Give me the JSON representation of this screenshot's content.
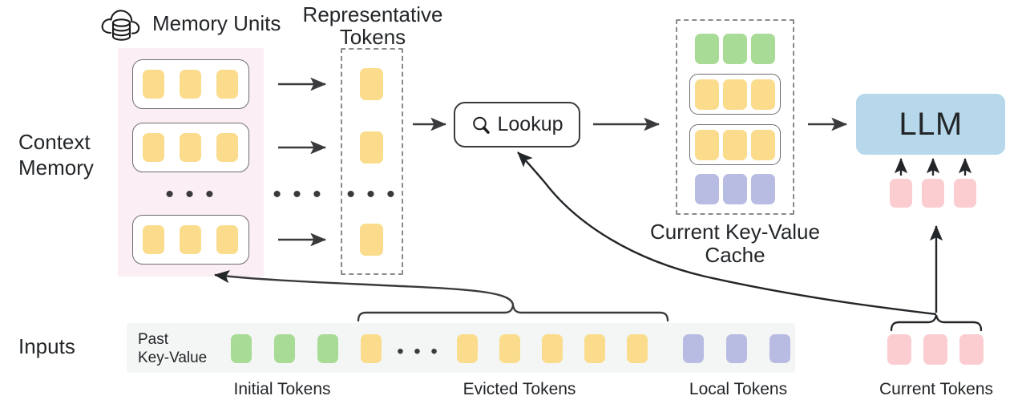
{
  "labels": {
    "memory_units": "Memory Units",
    "representative_tokens_l1": "Representative",
    "representative_tokens_l2": "Tokens",
    "context_memory_l1": "Context",
    "context_memory_l2": "Memory",
    "inputs": "Inputs",
    "past_key_value_l1": "Past",
    "past_key_value_l2": "Key-Value",
    "lookup": "Lookup",
    "llm": "LLM",
    "current_kv_cache_l1": "Current Key-Value",
    "current_kv_cache_l2": "Cache",
    "initial_tokens": "Initial Tokens",
    "evicted_tokens": "Evicted Tokens",
    "local_tokens": "Local Tokens",
    "current_tokens": "Current Tokens",
    "ellipsis": "• • •"
  },
  "icons": {
    "cloud_database": "cloud-database-icon",
    "search": "search-icon"
  },
  "colors": {
    "token_yellow": "#fbdc8c",
    "token_green": "#a8db95",
    "token_purple": "#b8bbe2",
    "token_pink": "#fbcdd1",
    "llm_blue": "#b6d8ea",
    "memory_panel_pink": "#fbeef4",
    "input_strip_gray": "#f4f6f5",
    "stroke_dark": "#3a3a3c",
    "stroke_dashed": "#8a8a8e",
    "text": "#232629"
  },
  "memory_units": [
    {
      "name": "memory-unit-1",
      "tokens": [
        "yellow",
        "yellow",
        "yellow"
      ]
    },
    {
      "name": "memory-unit-2",
      "tokens": [
        "yellow",
        "yellow",
        "yellow"
      ]
    },
    {
      "name": "memory-unit-n",
      "tokens": [
        "yellow",
        "yellow",
        "yellow"
      ]
    }
  ],
  "representative_tokens": [
    {
      "name": "representative-token-1",
      "color": "yellow"
    },
    {
      "name": "representative-token-2",
      "color": "yellow"
    },
    {
      "name": "representative-token-n",
      "color": "yellow"
    }
  ],
  "kv_cache_rows": [
    {
      "name": "kv-cache-row-initial",
      "boxed": false,
      "tokens": [
        "green",
        "green",
        "green"
      ]
    },
    {
      "name": "kv-cache-row-retrieved-1",
      "boxed": true,
      "tokens": [
        "yellow",
        "yellow",
        "yellow"
      ]
    },
    {
      "name": "kv-cache-row-retrieved-2",
      "boxed": true,
      "tokens": [
        "yellow",
        "yellow",
        "yellow"
      ]
    },
    {
      "name": "kv-cache-row-local",
      "boxed": false,
      "tokens": [
        "purple",
        "purple",
        "purple"
      ]
    }
  ],
  "input_sequence": [
    {
      "name": "input-token-initial-1",
      "color": "green"
    },
    {
      "name": "input-token-initial-2",
      "color": "green"
    },
    {
      "name": "input-token-initial-3",
      "color": "green"
    },
    {
      "name": "input-token-evicted-1",
      "color": "yellow"
    },
    {
      "name": "input-ellipsis",
      "color": "ellipsis"
    },
    {
      "name": "input-token-evicted-2",
      "color": "yellow"
    },
    {
      "name": "input-token-evicted-3",
      "color": "yellow"
    },
    {
      "name": "input-token-evicted-4",
      "color": "yellow"
    },
    {
      "name": "input-token-evicted-5",
      "color": "yellow"
    },
    {
      "name": "input-token-evicted-6",
      "color": "yellow"
    },
    {
      "name": "input-token-local-1",
      "color": "purple"
    },
    {
      "name": "input-token-local-2",
      "color": "purple"
    },
    {
      "name": "input-token-local-3",
      "color": "purple"
    }
  ],
  "current_tokens": [
    {
      "name": "current-token-1",
      "color": "pink"
    },
    {
      "name": "current-token-2",
      "color": "pink"
    },
    {
      "name": "current-token-3",
      "color": "pink"
    }
  ],
  "llm_input_tokens": [
    {
      "name": "llm-input-token-1",
      "color": "pink"
    },
    {
      "name": "llm-input-token-2",
      "color": "pink"
    },
    {
      "name": "llm-input-token-3",
      "color": "pink"
    }
  ]
}
